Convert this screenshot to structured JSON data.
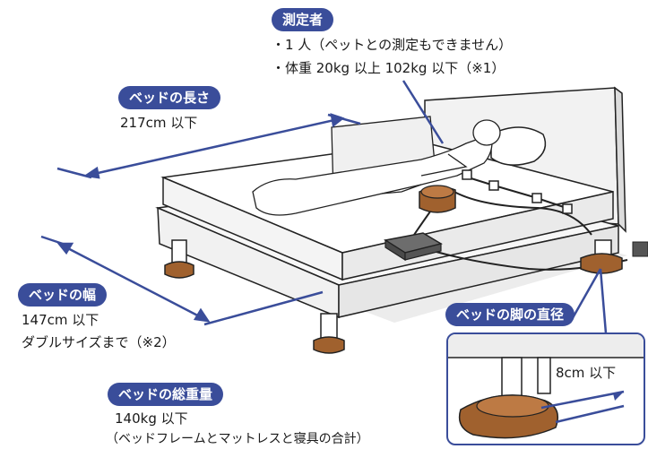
{
  "measurer": {
    "label": "測定者",
    "line1": "・1 人（ペットとの測定もできません）",
    "line2": "・体重  20kg 以上 102kg 以下（※1）"
  },
  "bed_length": {
    "label": "ベッドの長さ",
    "value": "217cm 以下"
  },
  "bed_width": {
    "label": "ベッドの幅",
    "value": "147cm 以下",
    "note": "ダブルサイズまで（※2）"
  },
  "total_weight": {
    "label": "ベッドの総重量",
    "value": "140kg 以下",
    "note": "（ベッドフレームとマットレスと寝具の合計）"
  },
  "leg_diameter": {
    "label": "ベッドの脚の直径",
    "value": "8cm 以下"
  },
  "colors": {
    "accent": "#3a4d9a",
    "sensor": "#a0612e",
    "line": "#222222"
  }
}
